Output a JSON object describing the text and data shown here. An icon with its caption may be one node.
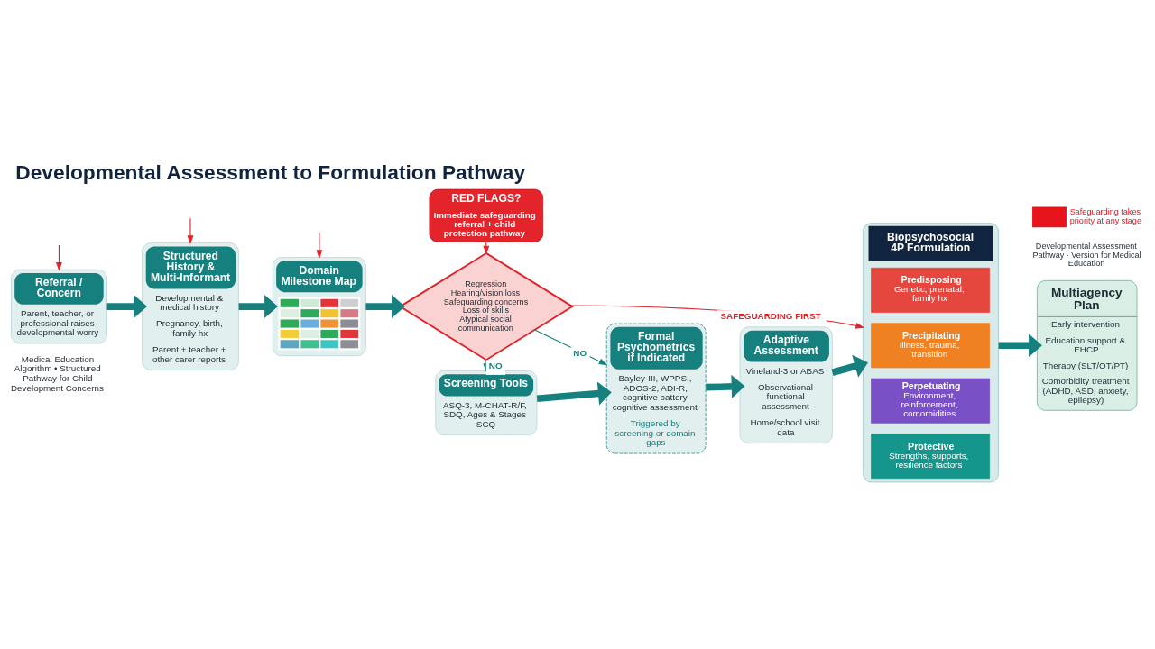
{
  "diagram": {
    "title": "Developmental Assessment to Formulation Pathway",
    "nodes": [
      {
        "text": [
          "Referral / Concern",
          "Parent, teacher, or professional raises developmental worry"
        ]
      },
      {
        "text": [
          "Structured History & Multi-Informant",
          "Developmental & medical history",
          "Pregnancy, birth, family hx",
          "Parent + teacher + other carer reports"
        ]
      },
      {
        "text": [
          "Domain Milestone Map"
        ]
      },
      {
        "text": [
          "RED FLAGS?",
          "Immediate safeguarding referral + child protection pathway"
        ]
      },
      {
        "text": [
          "Regression",
          "Hearing/vision loss",
          "Safeguarding concerns",
          "Loss of skills",
          "Atypical social communication"
        ]
      },
      {
        "text": [
          "Screening Tools",
          "ASQ-3, M-CHAT-R/F, SDQ, Ages & Stages SCQ"
        ]
      },
      {
        "text": [
          "Formal Psychometrics if Indicated",
          "Bayley-III, WPPSI, ADOS-2, ADI-R, cognitive battery cognitive assessment",
          "Triggered by screening or domain gaps"
        ]
      },
      {
        "text": [
          "Adaptive Assessment",
          "Vineland-3 or ABAS",
          "Observational functional assessment",
          "Home/school visit data"
        ]
      },
      {
        "text": [
          "Biopsychosocial 4P Formulation"
        ]
      },
      {
        "text": [
          "Predisposing",
          "Genetic, prenatal, family hx"
        ],
        "in": 8
      },
      {
        "text": [
          "Precipitating",
          "Illness, trauma, transition"
        ],
        "in": 8
      },
      {
        "text": [
          "Perpetuating",
          "Environment, reinforcement, comorbidities"
        ],
        "in": 8
      },
      {
        "text": [
          "Protective",
          "Strengths, supports, resilience factors"
        ],
        "in": 8
      },
      {
        "text": [
          "Multiagency Plan",
          "Early intervention",
          "Education support & EHCP",
          "Therapy (SLT/OT/PT)",
          "Comorbidity treatment (ADHD, ASD, anxiety, epilepsy)"
        ]
      }
    ],
    "edges": [
      {
        "from": null,
        "to": 0,
        "arrow": "to",
        "color": "#e0242a"
      },
      {
        "from": null,
        "to": 1,
        "arrow": "to",
        "color": "#e0242a"
      },
      {
        "from": null,
        "to": 2,
        "arrow": "to",
        "color": "#e0242a"
      },
      {
        "from": 0,
        "to": 1,
        "arrow": "to",
        "style": "thick"
      },
      {
        "from": 1,
        "to": 2,
        "arrow": "to",
        "style": "thick"
      },
      {
        "from": 2,
        "to": 4,
        "arrow": "to",
        "style": "thick"
      },
      {
        "from": 3,
        "to": 4,
        "arrow": "to",
        "color": "#e0242a"
      },
      {
        "from": 4,
        "to": 5,
        "arrow": "to",
        "label": "NO"
      },
      {
        "from": 4,
        "to": 6,
        "arrow": "to",
        "label": "NO"
      },
      {
        "from": 4,
        "to": 8,
        "arrow": "to",
        "label": "SAFEGUARDING FIRST",
        "color": "#e0242a"
      },
      {
        "from": 5,
        "to": 6,
        "arrow": "to",
        "style": "thick"
      },
      {
        "from": 6,
        "to": 7,
        "arrow": "to",
        "style": "thick"
      },
      {
        "from": 7,
        "to": 8,
        "arrow": "to",
        "style": "thick"
      },
      {
        "from": 8,
        "to": 13,
        "arrow": "to",
        "style": "thick"
      }
    ],
    "labels": [
      "Medical Education Algorithm • Structured Pathway for Child Development Concerns",
      "Developmental Assessment Pathway · Version for Medical Education"
    ],
    "legend": [
      {
        "text": "Safeguarding takes priority at any stage",
        "color": "#e8141c"
      }
    ]
  }
}
